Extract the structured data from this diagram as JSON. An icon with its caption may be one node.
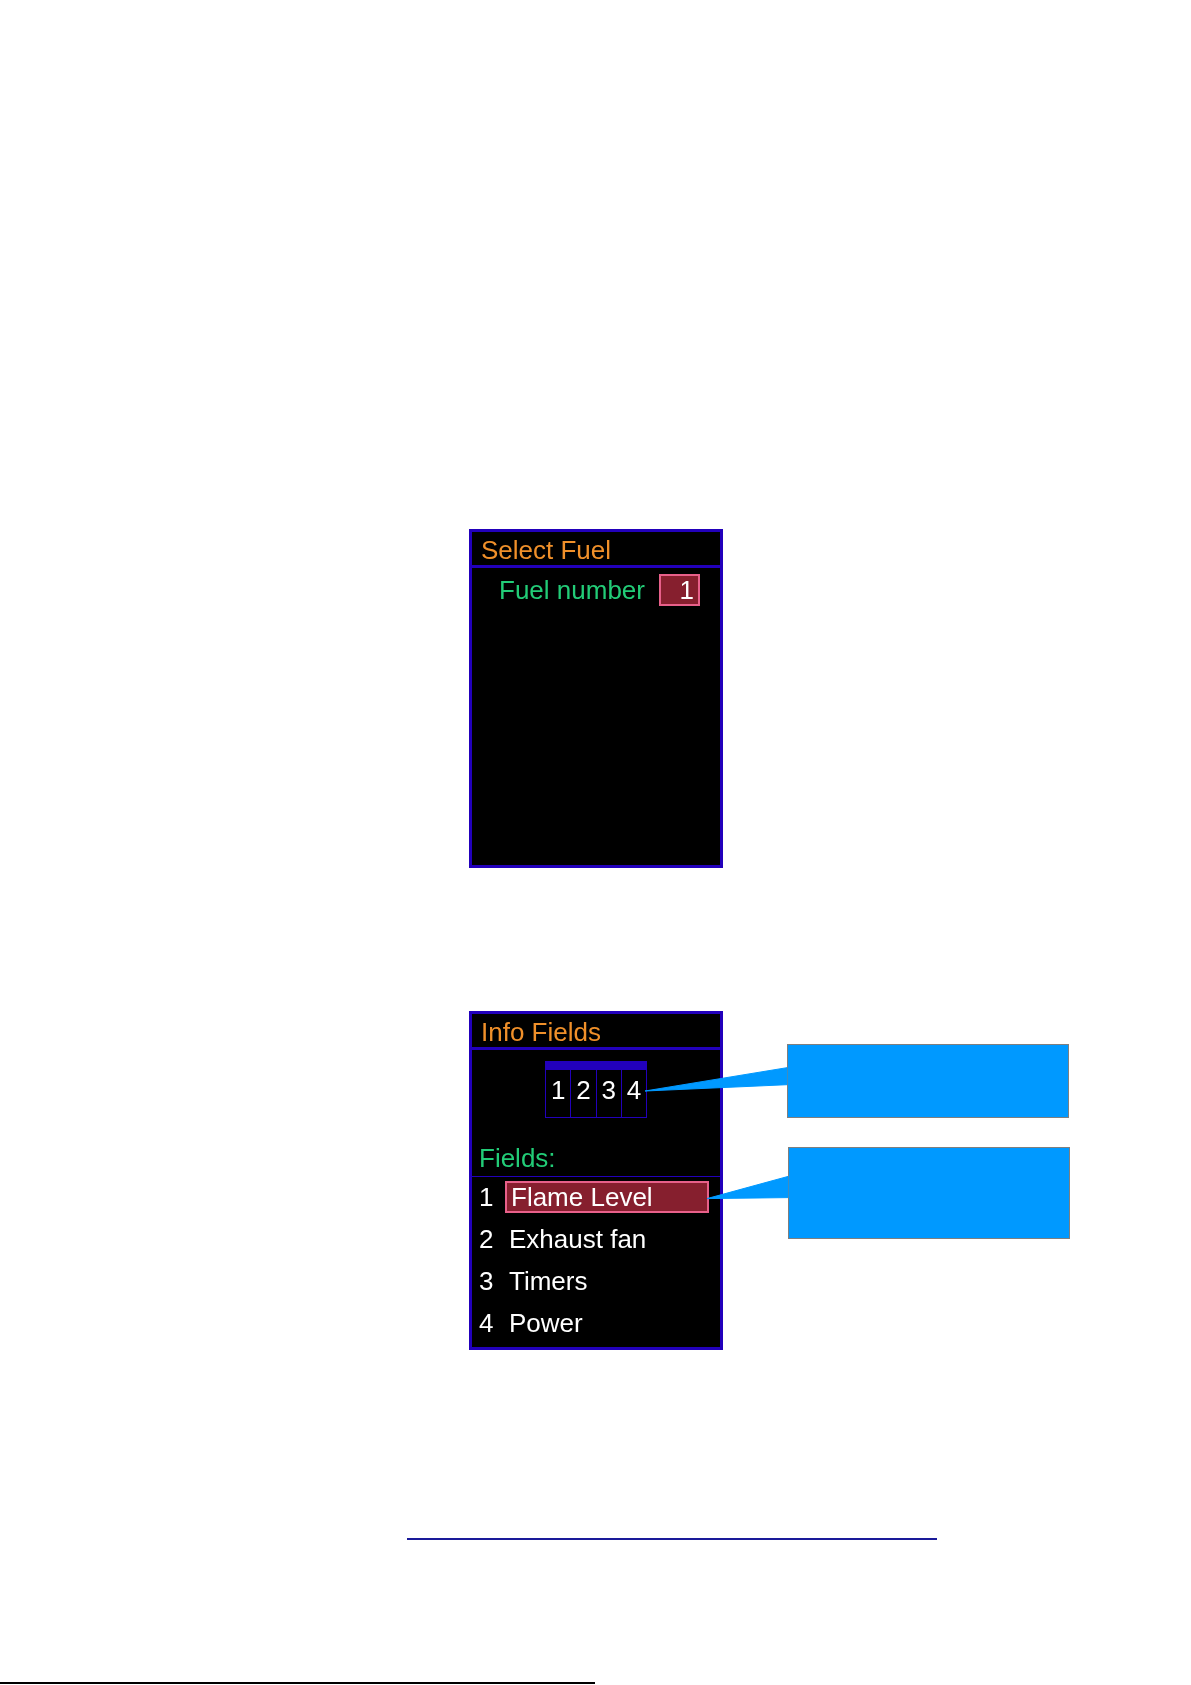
{
  "diagram": {
    "nodes": [
      {
        "text": [
          "Select Fuel"
        ]
      },
      {
        "text": [
          "1"
        ],
        "beside": [
          "Fuel number"
        ],
        "in": 0
      },
      {
        "text": [
          "Info Fields"
        ]
      },
      {
        "text": [
          "1",
          "2",
          "3",
          "4"
        ],
        "in": 2
      },
      {
        "text": [
          "Flame Level"
        ],
        "in": 2
      },
      {
        "text": [],
        "shape": "box"
      },
      {
        "text": [],
        "shape": "box"
      }
    ],
    "edges": [
      {
        "from": 5,
        "to": 3,
        "arrow": "none"
      },
      {
        "from": 6,
        "to": 4,
        "arrow": "none"
      }
    ],
    "labels": [
      "Fields:",
      "1",
      "2",
      "Exhaust fan",
      "3",
      "Timers",
      "4",
      "Power"
    ]
  }
}
